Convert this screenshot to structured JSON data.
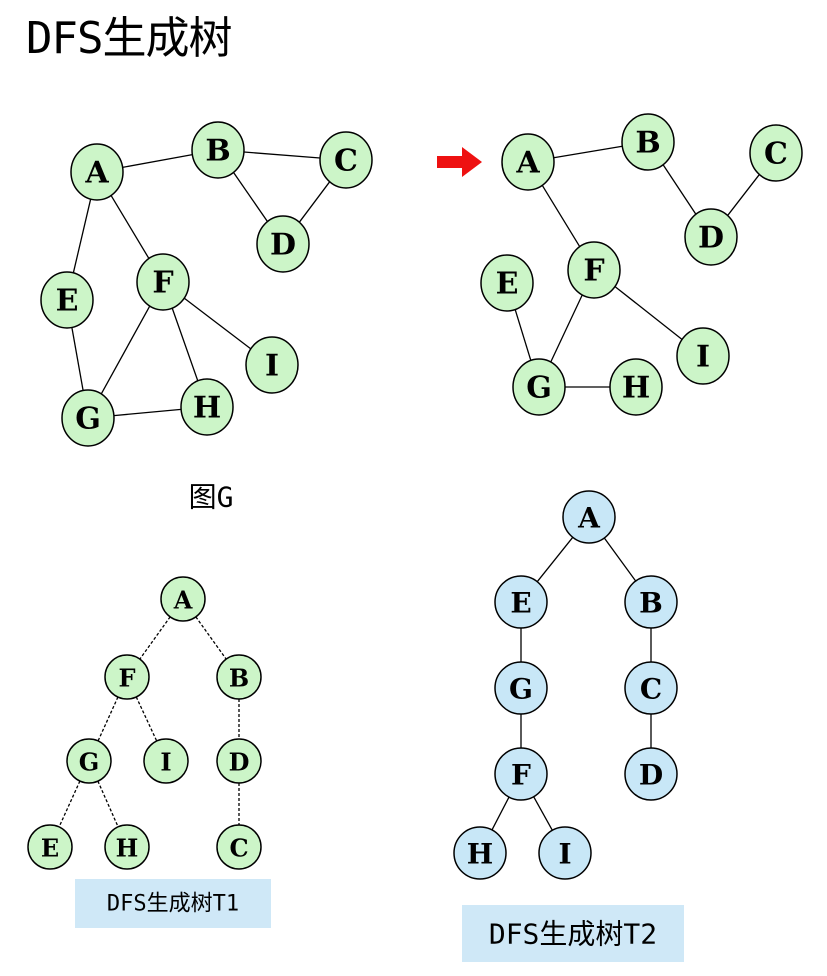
{
  "title": "DFS生成树",
  "colors": {
    "green_node": "#ccf5c8",
    "blue_node": "#c8e7f7",
    "caption_bg": "#cfe8f7",
    "arrow": "#ee1111",
    "stroke": "#000000"
  },
  "graph_g": {
    "caption": "图G",
    "nodes": [
      "A",
      "B",
      "C",
      "D",
      "E",
      "F",
      "G",
      "H",
      "I"
    ],
    "edges": [
      [
        "A",
        "B"
      ],
      [
        "B",
        "C"
      ],
      [
        "B",
        "D"
      ],
      [
        "C",
        "D"
      ],
      [
        "A",
        "E"
      ],
      [
        "A",
        "F"
      ],
      [
        "E",
        "G"
      ],
      [
        "F",
        "G"
      ],
      [
        "F",
        "H"
      ],
      [
        "F",
        "I"
      ],
      [
        "G",
        "H"
      ]
    ]
  },
  "dfs_result_graph": {
    "nodes": [
      "A",
      "B",
      "C",
      "D",
      "E",
      "F",
      "G",
      "H",
      "I"
    ],
    "edges": [
      [
        "A",
        "B"
      ],
      [
        "B",
        "D"
      ],
      [
        "D",
        "C"
      ],
      [
        "A",
        "F"
      ],
      [
        "F",
        "G"
      ],
      [
        "F",
        "I"
      ],
      [
        "E",
        "G"
      ],
      [
        "G",
        "H"
      ]
    ]
  },
  "tree_t1": {
    "caption": "DFS生成树T1",
    "nodes": [
      "A",
      "F",
      "B",
      "G",
      "I",
      "D",
      "E",
      "H",
      "C"
    ],
    "edges": [
      [
        "A",
        "F"
      ],
      [
        "A",
        "B"
      ],
      [
        "F",
        "G"
      ],
      [
        "F",
        "I"
      ],
      [
        "B",
        "D"
      ],
      [
        "G",
        "E"
      ],
      [
        "G",
        "H"
      ],
      [
        "D",
        "C"
      ]
    ]
  },
  "tree_t2": {
    "caption": "DFS生成树T2",
    "nodes": [
      "A",
      "E",
      "B",
      "G",
      "C",
      "F",
      "D",
      "H",
      "I"
    ],
    "edges": [
      [
        "A",
        "E"
      ],
      [
        "A",
        "B"
      ],
      [
        "E",
        "G"
      ],
      [
        "G",
        "F"
      ],
      [
        "F",
        "H"
      ],
      [
        "F",
        "I"
      ],
      [
        "B",
        "C"
      ],
      [
        "C",
        "D"
      ]
    ]
  }
}
